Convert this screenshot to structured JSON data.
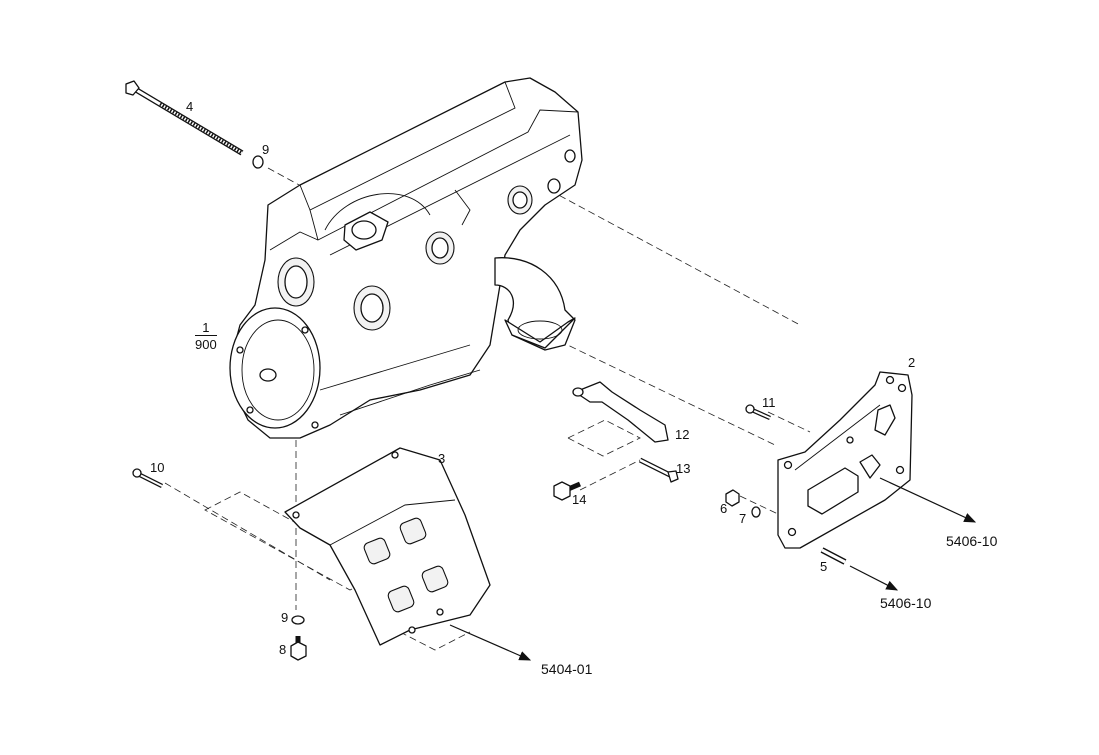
{
  "callouts": {
    "p1_num": "1",
    "p1_den": "900",
    "p2": "2",
    "p3": "3",
    "p4": "4",
    "p5": "5",
    "p6": "6",
    "p7": "7",
    "p8": "8",
    "p9_top": "9",
    "p9_bottom": "9",
    "p10": "10",
    "p11": "11",
    "p12": "12",
    "p13": "13",
    "p14": "14"
  },
  "references": {
    "plate_right": "5406-10",
    "stud": "5406-10",
    "guard": "5404-01"
  }
}
